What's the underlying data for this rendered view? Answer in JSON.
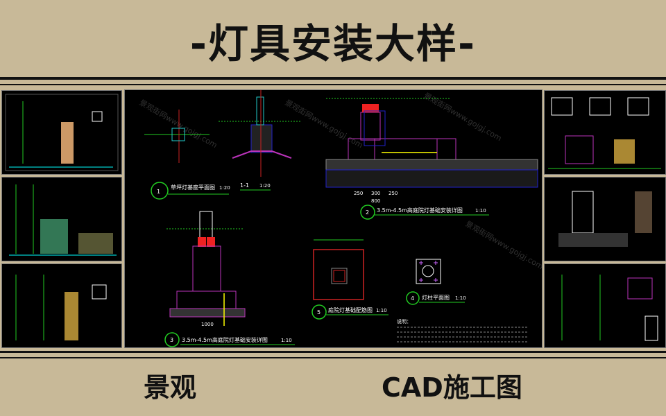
{
  "header": {
    "title": "-灯具安装大样-"
  },
  "footer": {
    "left_label": "景观",
    "right_label": "CAD施工图"
  },
  "main_drawing": {
    "details": [
      {
        "number": "1",
        "title": "草坪灯基座平面图",
        "scale": "1:20"
      },
      {
        "number": "2",
        "title": "3.5m-4.5m高庭院灯基础安装详图",
        "scale": "1:10"
      },
      {
        "number": "3",
        "title": "3.5m-4.5m高庭院灯基础安装详图",
        "scale": "1:10"
      },
      {
        "number": "4",
        "title": "灯柱平面图",
        "scale": "1:10"
      },
      {
        "number": "5",
        "title": "庭院灯基础配筋图",
        "scale": "1:10"
      }
    ],
    "section_label": "1-1",
    "section_scale": "1:20",
    "dims": [
      "250",
      "300",
      "250",
      "800",
      "1000"
    ],
    "watermark": "景观街网www.gojgj.com",
    "notes_title": "说明："
  },
  "colors": {
    "background": "#c8b998",
    "cad_bg": "#000000",
    "accent_green": "#22cc22",
    "accent_magenta": "#b030b0",
    "accent_yellow": "#ffff00"
  }
}
